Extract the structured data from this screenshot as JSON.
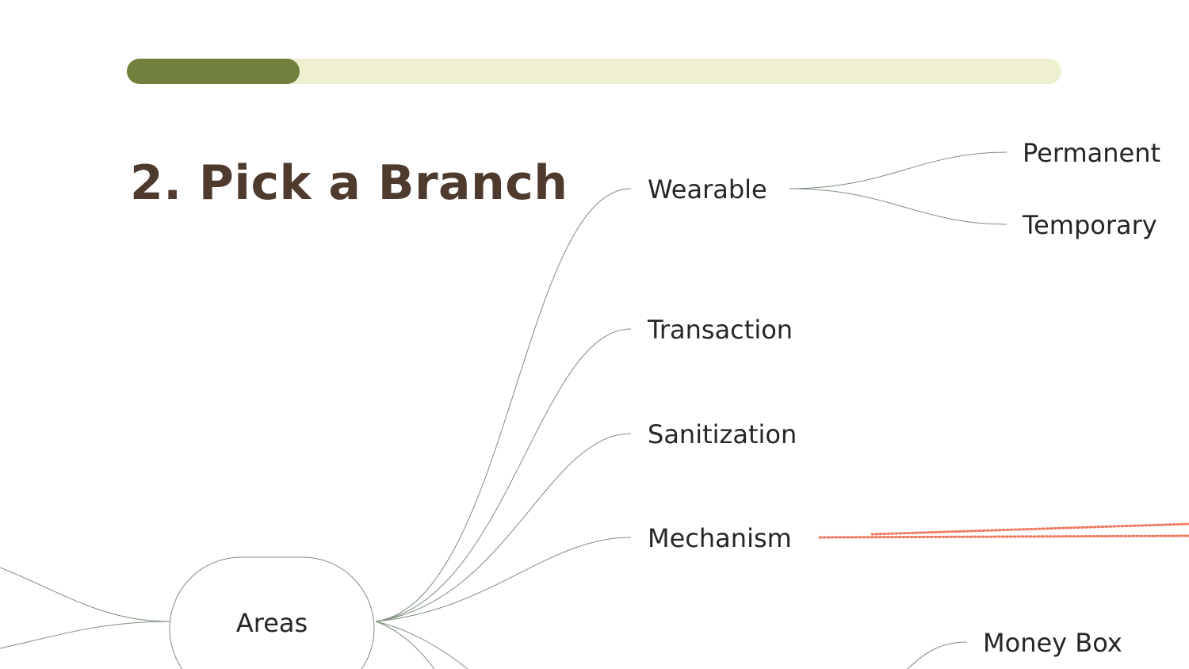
{
  "slide": {
    "title": "2. Pick a Branch",
    "progress": 0.185
  },
  "colors": {
    "progress_fill": "#71803d",
    "progress_track": "#eef0cf",
    "title": "#4f3a2e",
    "edge": "#7c8f7c",
    "annotation": "#ef7a62"
  },
  "mindmap": {
    "root": {
      "label": "Areas"
    },
    "branches": [
      {
        "label": "Wearable",
        "children": [
          {
            "label": "Permanent"
          },
          {
            "label": "Temporary"
          }
        ]
      },
      {
        "label": "Transaction"
      },
      {
        "label": "Sanitization"
      },
      {
        "label": "Mechanism"
      }
    ],
    "partial": [
      {
        "label": "Money Box"
      }
    ]
  }
}
